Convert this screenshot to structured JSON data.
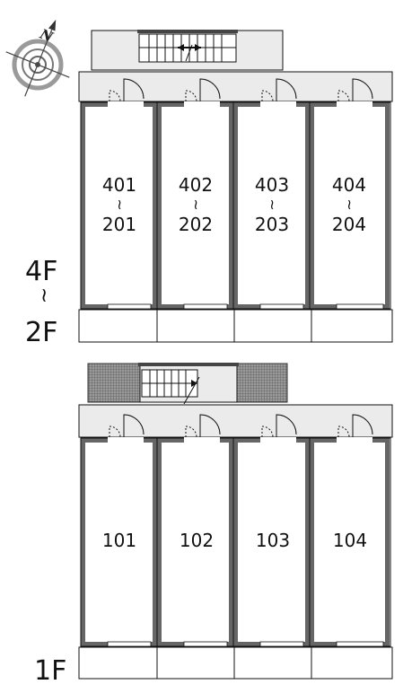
{
  "floor_groups": [
    {
      "floor_range": {
        "top": "4F",
        "sep": "~",
        "bottom": "2F"
      },
      "units": [
        {
          "top": "401",
          "sep": "~",
          "bottom": "201"
        },
        {
          "top": "402",
          "sep": "~",
          "bottom": "202"
        },
        {
          "top": "403",
          "sep": "~",
          "bottom": "203"
        },
        {
          "top": "404",
          "sep": "~",
          "bottom": "204"
        }
      ]
    },
    {
      "floor_label": "1F",
      "units": [
        {
          "label": "101"
        },
        {
          "label": "102"
        },
        {
          "label": "103"
        },
        {
          "label": "104"
        }
      ]
    }
  ],
  "compass": {
    "label": "N",
    "icon": "compass-icon"
  }
}
